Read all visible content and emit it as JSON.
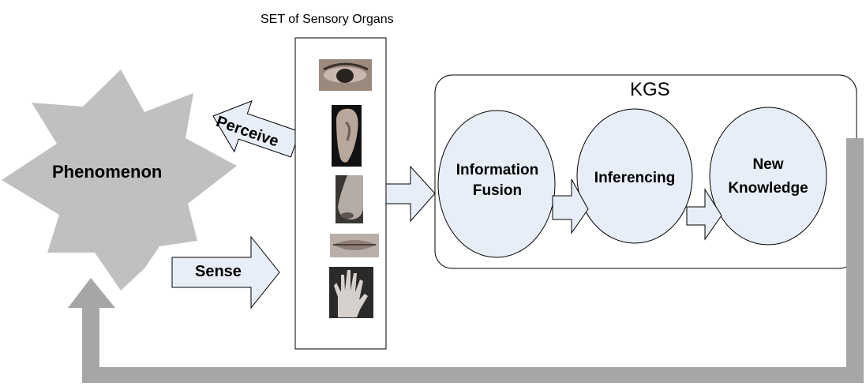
{
  "title": "SET of Sensory Organs",
  "phenomenon": {
    "label": "Phenomenon"
  },
  "arrows": {
    "perceive": "Perceive",
    "sense": "Sense"
  },
  "sensory_organs": [
    {
      "name": "eye"
    },
    {
      "name": "ear"
    },
    {
      "name": "nose"
    },
    {
      "name": "mouth"
    },
    {
      "name": "hand"
    }
  ],
  "kgs": {
    "label": "KGS",
    "stages": [
      {
        "label": "Information Fusion"
      },
      {
        "label": "Inferencing"
      },
      {
        "label": "New Knowledge"
      }
    ]
  },
  "colors": {
    "star_fill": "#c0c0c0",
    "arrow_fill": "#e8eef7",
    "circle_fill": "#e8eef7",
    "feedback_arrow": "#a6a6a6",
    "outline": "#000000"
  }
}
